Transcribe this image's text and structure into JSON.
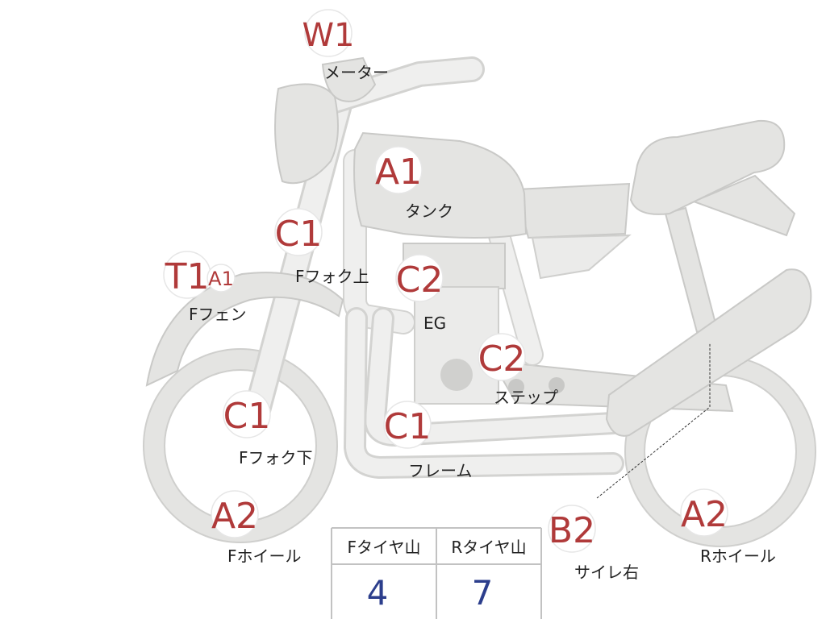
{
  "parts": [
    {
      "code": "W1",
      "label": "メーター"
    },
    {
      "code": "A1",
      "label": "タンク"
    },
    {
      "code": "C1",
      "label": "Fフォク上"
    },
    {
      "code": "T1",
      "label": "Fフェン",
      "secondary_code": "A1"
    },
    {
      "code": "C2",
      "label": "EG"
    },
    {
      "code": "C2",
      "label": "ステップ"
    },
    {
      "code": "C1",
      "label": "Fフォク下"
    },
    {
      "code": "C1",
      "label": "フレーム"
    },
    {
      "code": "A2",
      "label": "Fホイール"
    },
    {
      "code": "B2",
      "label": "サイレ右"
    },
    {
      "code": "A2",
      "label": "Rホイール"
    }
  ],
  "tire_table": {
    "headers": [
      "Fタイヤ山",
      "Rタイヤ山"
    ],
    "values": [
      "4",
      "7"
    ]
  },
  "colors": {
    "badge_text": "#b03a3a",
    "table_value": "#2c3e8c",
    "part_fill": "#e4e4e2"
  }
}
